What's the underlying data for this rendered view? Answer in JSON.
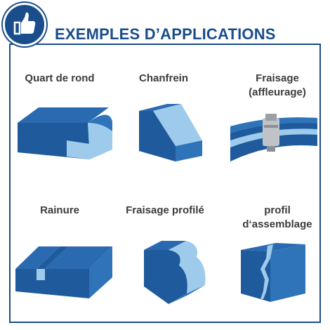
{
  "header": {
    "title": "EXEMPLES D’APPLICATIONS",
    "badge_icon": "thumbs-up-icon"
  },
  "colors": {
    "brand_blue": "#1a4d8c",
    "face_dark": "#1e5a9c",
    "face_mid": "#2f73b8",
    "face_light": "#9ecbec",
    "label_text": "#3c3c3c"
  },
  "examples": [
    {
      "label": "Quart de rond"
    },
    {
      "label": "Chanfrein"
    },
    {
      "label_line1": "Fraisage",
      "label_line2": "(affleurage)"
    },
    {
      "label": "Rainure"
    },
    {
      "label": "Fraisage profilé"
    },
    {
      "label_line1": "profil",
      "label_line2": "d‘assemblage"
    }
  ]
}
